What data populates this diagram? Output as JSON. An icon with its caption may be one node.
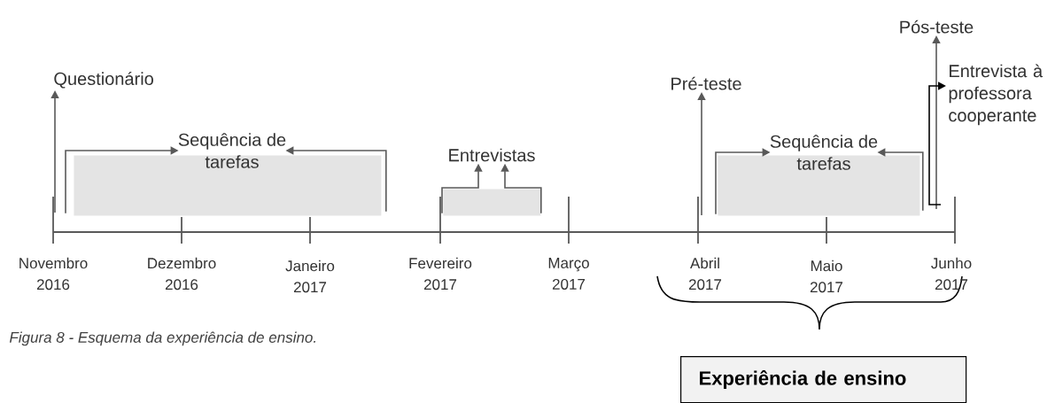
{
  "diagram": {
    "caption": "Figura 8 - Esquema da experiência de ensino.",
    "nodes": [
      {
        "text": [
          "Questionário"
        ]
      },
      {
        "text": [],
        "shape": "bar"
      },
      {
        "text": [
          "Sequência de tarefas"
        ]
      },
      {
        "text": [],
        "shape": "bar"
      },
      {
        "text": [
          "Entrevistas"
        ]
      },
      {
        "text": [
          "Pré-teste"
        ]
      },
      {
        "text": [],
        "shape": "bar"
      },
      {
        "text": [
          "Sequência de tarefas"
        ]
      },
      {
        "text": [
          "Pós-teste"
        ]
      },
      {
        "text": [
          "Entrevista à professora cooperante"
        ]
      },
      {
        "text": [
          "Experiência de ensino"
        ]
      }
    ],
    "edges": [
      {
        "from": null,
        "to": 0,
        "arrow": "to"
      },
      {
        "from": 1,
        "to": 2,
        "arrow": "to"
      },
      {
        "from": 1,
        "to": 2,
        "arrow": "to"
      },
      {
        "from": 3,
        "to": 4,
        "arrow": "to"
      },
      {
        "from": 3,
        "to": 4,
        "arrow": "to"
      },
      {
        "from": null,
        "to": 5,
        "arrow": "to"
      },
      {
        "from": 6,
        "to": 7,
        "arrow": "to"
      },
      {
        "from": 6,
        "to": 7,
        "arrow": "to"
      },
      {
        "from": null,
        "to": 8,
        "arrow": "to"
      },
      {
        "from": null,
        "to": 9,
        "arrow": "to",
        "color": "#000000"
      }
    ],
    "labels": [
      "Novembro 2016",
      "Dezembro 2016",
      "Janeiro 2017",
      "Fevereiro 2017",
      "Março 2017",
      "Abril 2017",
      "Maio 2017",
      "Junho 2017"
    ]
  }
}
